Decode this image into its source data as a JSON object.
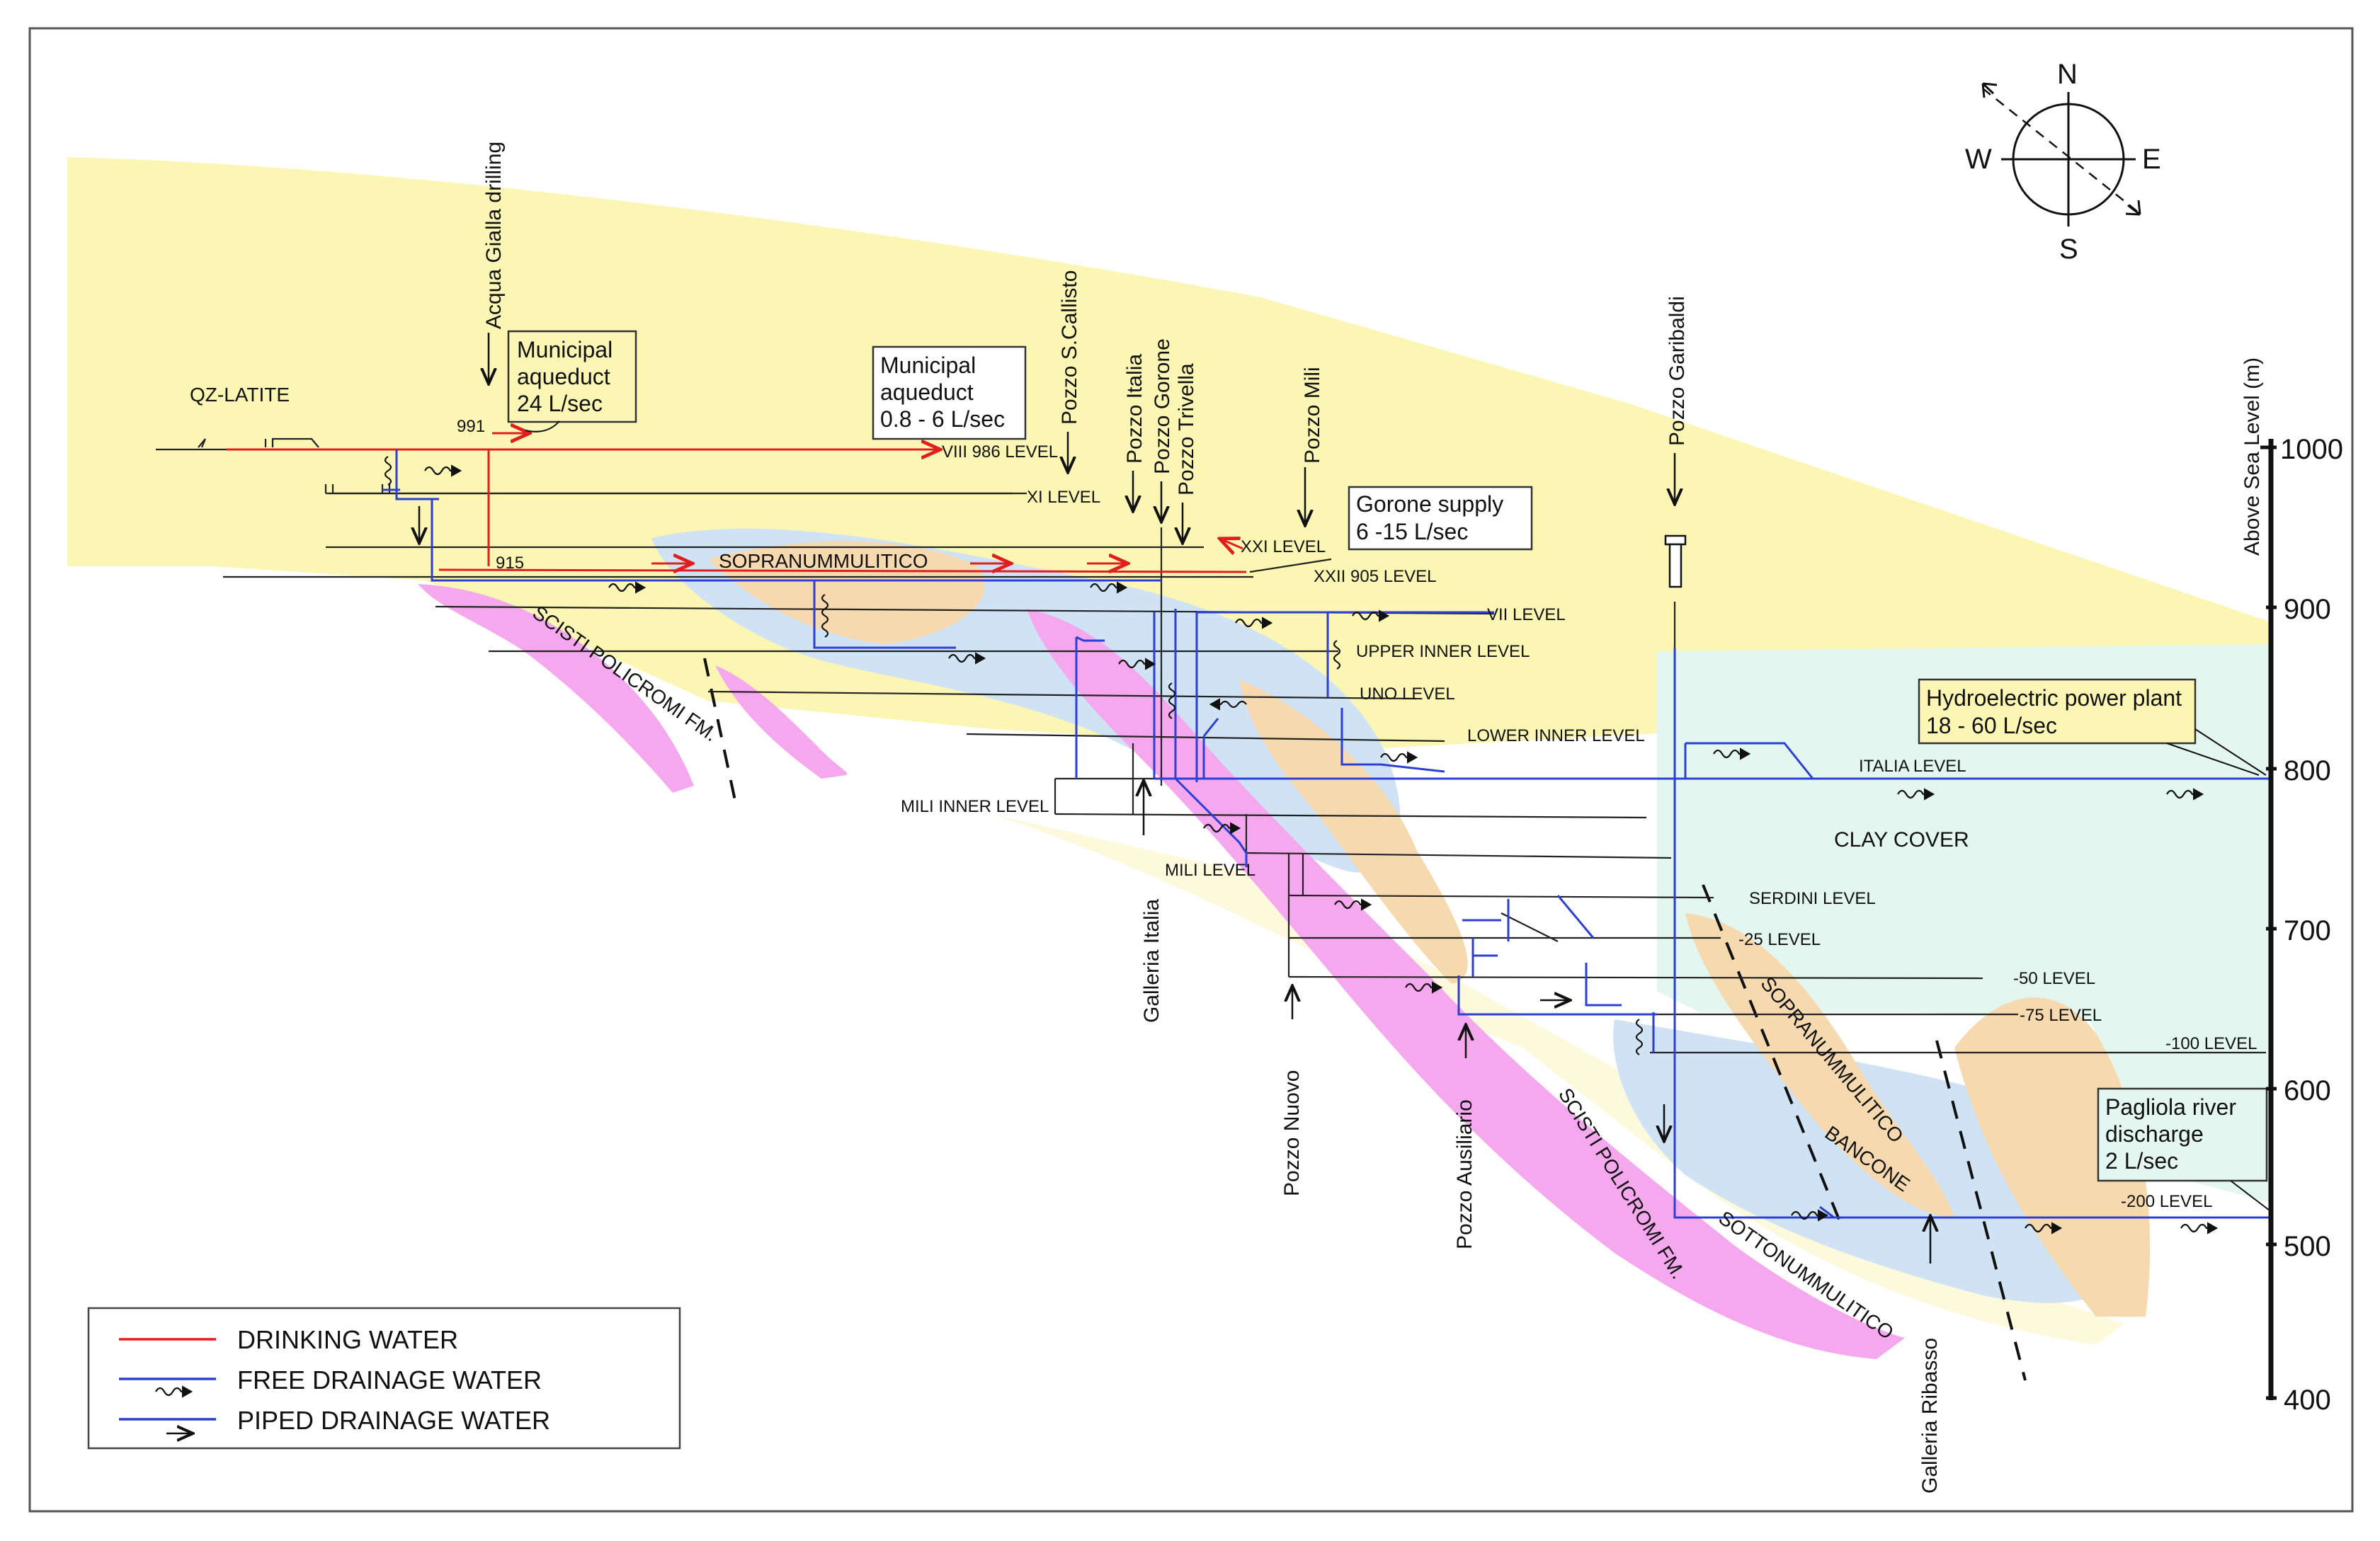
{
  "formations": {
    "qz_latite": "QZ-LATITE",
    "sopranummulitico_upper": "SOPRANUMMULITICO",
    "sopranummulitico_lower": "SOPRANUMMULITICO",
    "scisti_upper": "SCISTI  POLICROMI FM.",
    "scisti_lower": "SCISTI  POLICROMI FM.",
    "clay_cover": "CLAY COVER",
    "bancone": "BANCONE",
    "sottonummulitico": "SOTTONUMMULITICO"
  },
  "levels": {
    "viii": "VIII 986 LEVEL",
    "xi": "XI LEVEL",
    "xxi": "XXI LEVEL",
    "xxii": "XXII 905 LEVEL",
    "vii": "VII LEVEL",
    "upper_inner": "UPPER INNER LEVEL",
    "uno": "UNO LEVEL",
    "lower_inner": "LOWER INNER LEVEL",
    "italia": "ITALIA LEVEL",
    "mili_inner": "MILI INNER LEVEL",
    "mili": "MILI LEVEL",
    "serdini": "SERDINI LEVEL",
    "minus25": "-25 LEVEL",
    "minus50": "-50 LEVEL",
    "minus75": "-75 LEVEL",
    "minus100": "-100 LEVEL",
    "minus200": "-200 LEVEL"
  },
  "spot_elevations": {
    "e991": "991",
    "e915": "915"
  },
  "shafts": {
    "acqua_gialla": "Acqua Gialla drilling",
    "s_callisto": "Pozzo S.Callisto",
    "italia": "Pozzo Italia",
    "gorone": "Pozzo Gorone",
    "trivella": "Pozzo Trivella",
    "mili": "Pozzo Mili",
    "garibaldi": "Pozzo Garibaldi",
    "nuovo": "Pozzo Nuovo",
    "ausiliario": "Pozzo Ausiliario",
    "galleria_italia": "Galleria Italia",
    "galleria_ribasso": "Galleria Ribasso"
  },
  "callouts": {
    "aqueduct1": [
      "Municipal",
      "aqueduct",
      "24 L/sec"
    ],
    "aqueduct2": [
      "Municipal",
      "aqueduct",
      "0.8 - 6 L/sec"
    ],
    "gorone": [
      "Gorone supply",
      "6 -15 L/sec"
    ],
    "hydro": [
      "Hydroelectric power plant",
      "18 - 60 L/sec"
    ],
    "pagliola": [
      "Pagliola river",
      "discharge",
      "2 L/sec"
    ]
  },
  "axis": {
    "title": "Above Sea Level (m)",
    "ticks": [
      "1000",
      "900",
      "800",
      "700",
      "600",
      "500",
      "400"
    ]
  },
  "compass": {
    "n": "N",
    "e": "E",
    "s": "S",
    "w": "W"
  },
  "legend": {
    "drinking": "DRINKING WATER",
    "free": "FREE DRAINAGE WATER",
    "piped": "PIPED DRAINAGE WATER"
  },
  "colors": {
    "qz_latite": "#fbf6b4",
    "sopranummulitico": "#f7d9b0",
    "scisti": "#f5a8ee",
    "bancone": "#cfe3f5",
    "clay_cover": "#e3f6ef",
    "sottonummulitico": "#fdf9dc",
    "drinking_water": "#e01e1e",
    "drainage_water": "#2c3fd1"
  }
}
